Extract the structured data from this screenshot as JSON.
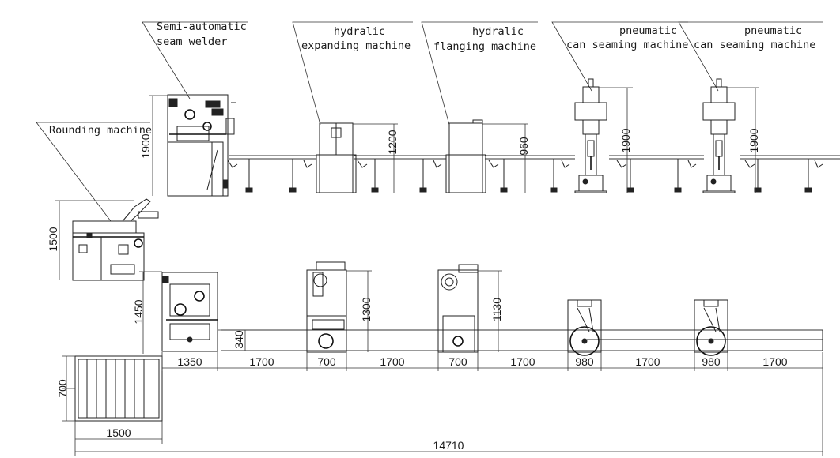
{
  "machines": [
    {
      "id": "welder",
      "label_lines": [
        "Semi-automatic",
        "seam welder"
      ],
      "side_height": "1900",
      "plan_height": "1450"
    },
    {
      "id": "rounding",
      "label_lines": [
        "Rounding machine"
      ],
      "side_height": "1500"
    },
    {
      "id": "expander",
      "label_lines": [
        "hydralic",
        "expanding machine"
      ],
      "side_height": "1200",
      "plan_height": "1300"
    },
    {
      "id": "flanger",
      "label_lines": [
        "hydralic",
        "flanging machine"
      ],
      "side_height": "960",
      "plan_height": "1130"
    },
    {
      "id": "seamer1",
      "label_lines": [
        "pneumatic",
        "can seaming machine"
      ],
      "side_height": "1900"
    },
    {
      "id": "seamer2",
      "label_lines": [
        "pneumatic",
        "can seaming machine"
      ],
      "side_height": "1900"
    }
  ],
  "plan_offset": "340",
  "horizontal_dims": [
    "1350",
    "1700",
    "700",
    "1700",
    "700",
    "1700",
    "980",
    "1700",
    "980",
    "1700"
  ],
  "table": {
    "width": "1500",
    "depth": "700"
  },
  "overall_length": "14710"
}
